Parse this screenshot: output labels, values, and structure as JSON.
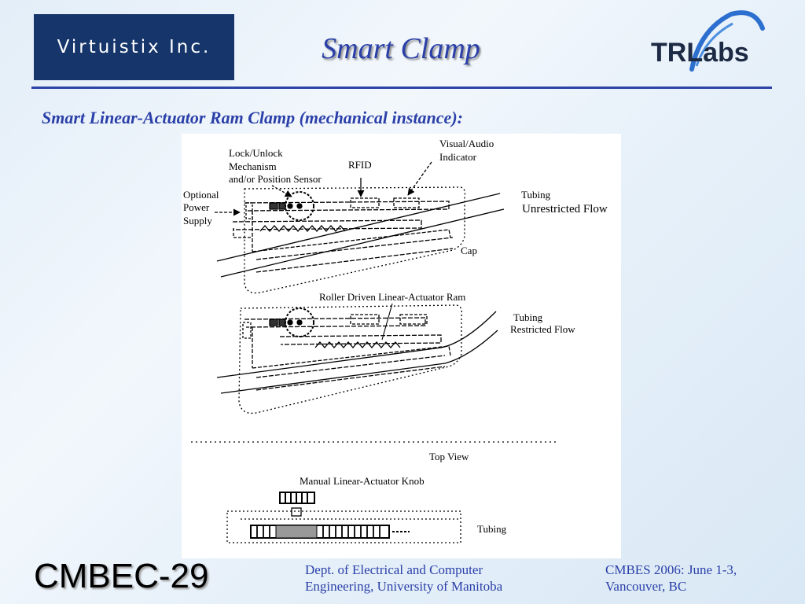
{
  "header": {
    "left_logo_text": "Virtuistix Inc.",
    "title": "Smart Clamp",
    "right_logo_text": "TRLabs"
  },
  "subtitle": "Smart Linear-Actuator Ram Clamp (mechanical instance):",
  "diagram": {
    "labels": {
      "lock_unlock": [
        "Lock/Unlock",
        "Mechanism",
        "and/or Position Sensor"
      ],
      "rfid": "RFID",
      "visual_audio": [
        "Visual/Audio",
        "Indicator"
      ],
      "optional_power": [
        "Optional",
        "Power",
        "Supply"
      ],
      "tubing_top": "Tubing",
      "unrestricted_flow": "Unrestricted Flow",
      "cap": "Cap",
      "roller_ram": "Roller Driven Linear-Actuator Ram",
      "tubing_middle": "Tubing",
      "restricted_flow": "Restricted Flow",
      "top_view": "Top View",
      "manual_knob": "Manual Linear-Actuator Knob",
      "tubing_bottom": "Tubing"
    }
  },
  "footer": {
    "code": "CMBEC-29",
    "dept_line1": "Dept. of Electrical and Computer",
    "dept_line2": "Engineering, University of Manitoba",
    "conf_line1": "CMBES 2006: June 1-3,",
    "conf_line2": "Vancouver, BC"
  }
}
